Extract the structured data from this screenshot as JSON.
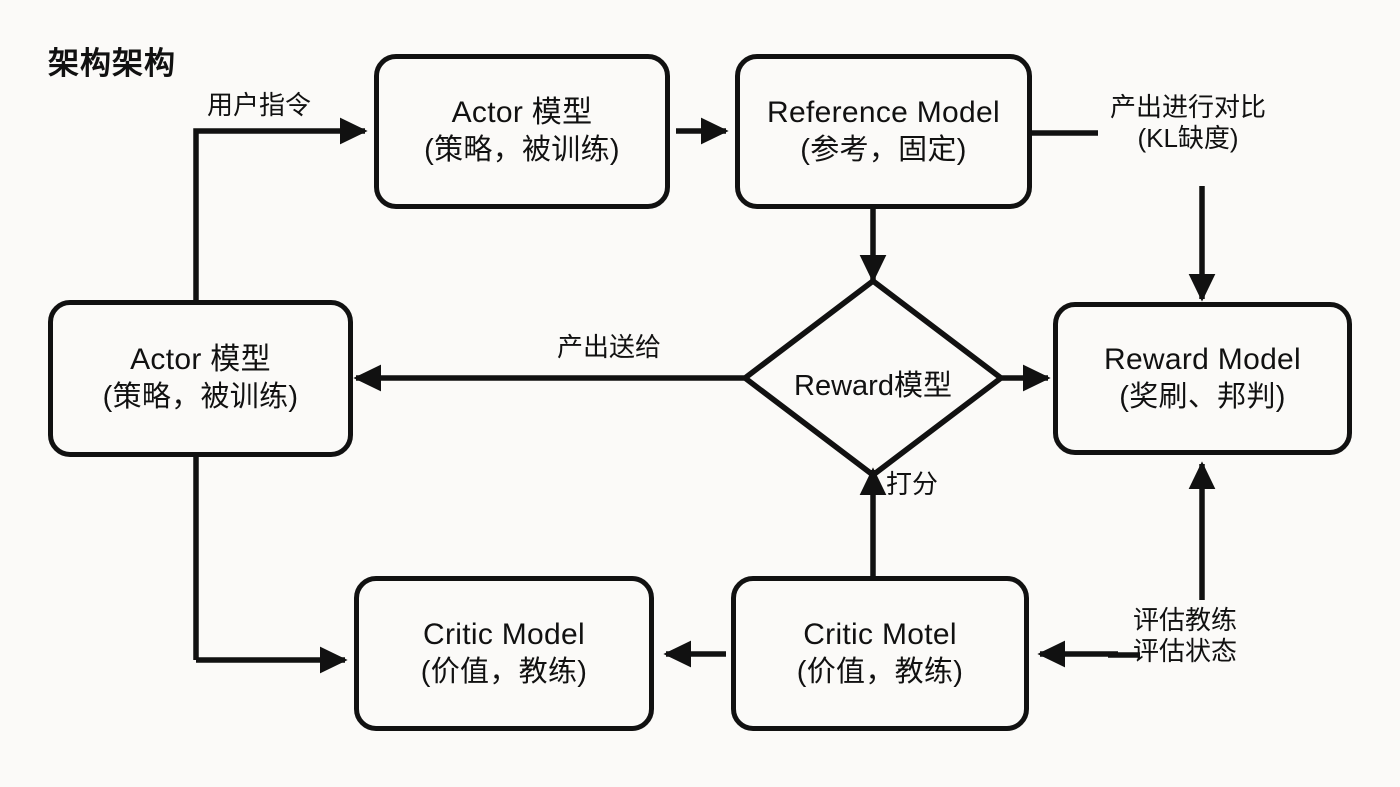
{
  "diagram": {
    "title": "架构架构",
    "background_color": "#fbfaf8",
    "stroke_color": "#111111",
    "nodes": [
      {
        "id": "actor-top",
        "shape": "rounded-rect",
        "line1": "Actor 模型",
        "line2": "(策略，被训练)"
      },
      {
        "id": "reference-model",
        "shape": "rounded-rect",
        "line1": "Reference Model",
        "line2": "(参考，固定)"
      },
      {
        "id": "actor-left",
        "shape": "rounded-rect",
        "line1": "Actor 模型",
        "line2": "(策略，被训练)"
      },
      {
        "id": "reward-decision",
        "shape": "diamond",
        "line1": "Reward模型",
        "line2": ""
      },
      {
        "id": "reward-model",
        "shape": "rounded-rect",
        "line1": "Reward Model",
        "line2": "(奖刷、邦判)"
      },
      {
        "id": "critic-model",
        "shape": "rounded-rect",
        "line1": "Critic Model",
        "line2": "(价值，教练)"
      },
      {
        "id": "critic-motel",
        "shape": "rounded-rect",
        "line1": "Critic Motel",
        "line2": "(价值，教练)"
      }
    ],
    "edge_labels": [
      {
        "id": "user-instruction",
        "text": "用户指令"
      },
      {
        "id": "kl-compare-line1",
        "text": "产出进行对比"
      },
      {
        "id": "kl-compare-line2",
        "text": "(KL缺度)"
      },
      {
        "id": "output-send",
        "text": "产出送给"
      },
      {
        "id": "scoring",
        "text": "打分"
      },
      {
        "id": "evaluate-line1",
        "text": "评估教练"
      },
      {
        "id": "evaluate-line2",
        "text": "评估状态"
      }
    ]
  }
}
